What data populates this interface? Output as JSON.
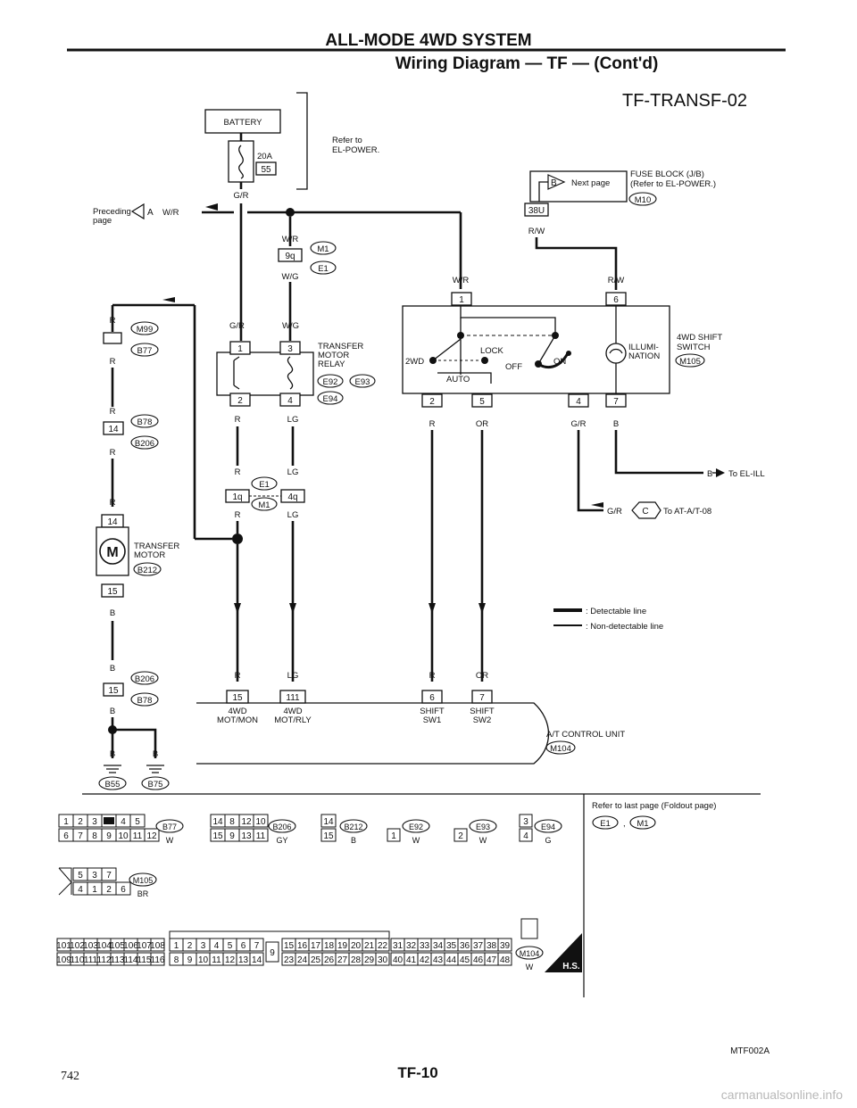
{
  "header": {
    "title": "ALL-MODE 4WD SYSTEM",
    "subtitle": "Wiring Diagram — TF — (Cont'd)",
    "code": "TF-TRANSF-02"
  },
  "power": {
    "battery": "BATTERY",
    "fuse_amps": "20A",
    "fuse_no": "55",
    "refer": [
      "Refer to",
      "EL-POWER."
    ],
    "wire_gr": "G/R",
    "preceding": [
      "Preceding",
      "page"
    ],
    "conn_a": "A",
    "wire_wr": "W/R"
  },
  "fuse_block": {
    "conn_b": "B",
    "next_page": "Next page",
    "label": [
      "FUSE BLOCK (J/B)",
      "(Refer to EL-POWER.)"
    ],
    "conn": "M10",
    "pin": "38U",
    "wire": "R/W"
  },
  "harness_m1": {
    "wire_top": "W/R",
    "pin": "9q",
    "wire_bottom": "W/G",
    "m1": "M1",
    "e1": "E1"
  },
  "relay": {
    "label": [
      "TRANSFER",
      "MOTOR",
      "RELAY"
    ],
    "conns": [
      "E92",
      "E93",
      "E94"
    ],
    "pins": [
      "1",
      "3",
      "2",
      "4"
    ],
    "wires_in": [
      "G/R",
      "W/G"
    ],
    "wires_out": [
      "R",
      "LG"
    ]
  },
  "harness_e1": {
    "pins": [
      "1q",
      "4q"
    ],
    "e1": "E1",
    "m1": "M1",
    "wires": [
      "R",
      "LG"
    ]
  },
  "left_branch": {
    "wires": [
      "R",
      "R",
      "R",
      "R",
      "B",
      "B",
      "B",
      "B"
    ],
    "conns": [
      "M99",
      "B77",
      "B78",
      "B206",
      "B206",
      "B78"
    ],
    "pin": "14",
    "pin_motor_top": "14",
    "pin_motor_bottom": "15",
    "pin_ground_top": "15",
    "motor_symbol": "M",
    "motor_label": [
      "TRANSFER",
      "MOTOR"
    ],
    "motor_conn": "B212",
    "grounds": [
      "B55",
      "B75"
    ]
  },
  "shift_switch": {
    "wires_in": [
      "W/R",
      "R/W"
    ],
    "pins_top": [
      "1",
      "6"
    ],
    "pins_bottom": [
      "2",
      "5",
      "4",
      "7"
    ],
    "modes": [
      "LOCK",
      "2WD",
      "AUTO",
      "OFF",
      "ON"
    ],
    "illum": [
      "ILLUMI-",
      "NATION"
    ],
    "label": [
      "4WD SHIFT",
      "SWITCH"
    ],
    "conn": "M105",
    "wires_out": [
      "R",
      "OR",
      "G/R",
      "B"
    ]
  },
  "outputs": {
    "ill": "B",
    "ill_dest": "To EL-ILL",
    "at_wire": "G/R",
    "at_conn": "C",
    "at_dest": "To AT-A/T-08"
  },
  "legend": {
    "detectable": ": Detectable line",
    "non_detectable": ": Non-detectable line"
  },
  "control_unit": {
    "wires": [
      "R",
      "LG",
      "R",
      "OR"
    ],
    "pins": [
      "15",
      "111",
      "6",
      "7"
    ],
    "labels": [
      [
        "4WD",
        "MOT/MON"
      ],
      [
        "4WD",
        "MOT/RLY"
      ],
      [
        "SHIFT",
        "SW1"
      ],
      [
        "SHIFT",
        "SW2"
      ]
    ],
    "name": "A/T CONTROL UNIT",
    "conn": "M104"
  },
  "connectors": {
    "c1": {
      "row1": [
        "1",
        "2",
        "3",
        "",
        "4",
        "5"
      ],
      "row2": [
        "6",
        "7",
        "8",
        "9",
        "10",
        "11",
        "12"
      ],
      "code": "B77",
      "color": "W"
    },
    "c2": {
      "row1": [
        "14",
        "8",
        "12",
        "10"
      ],
      "row2": [
        "15",
        "9",
        "13",
        "11"
      ],
      "code": "B206",
      "color": "GY"
    },
    "c3": {
      "pins": [
        "14",
        "15"
      ],
      "code": "B212",
      "color": "B"
    },
    "c4": {
      "pins": [
        "1"
      ],
      "code": "E92",
      "color": "W"
    },
    "c5": {
      "pins": [
        "2"
      ],
      "code": "E93",
      "color": "W"
    },
    "c6": {
      "pins": [
        "3",
        "4"
      ],
      "code": "E94",
      "color": "G"
    },
    "c7": {
      "row1": [
        "5",
        "3",
        "7"
      ],
      "row2": [
        "4",
        "1",
        "2",
        "6"
      ],
      "code": "M105",
      "color": "BR"
    },
    "c8": {
      "r1a": [
        "101",
        "102",
        "103",
        "104",
        "105",
        "106",
        "107",
        "108"
      ],
      "r2a": [
        "109",
        "110",
        "111",
        "112",
        "113",
        "114",
        "115",
        "116"
      ],
      "r1b": [
        "1",
        "2",
        "3",
        "4",
        "5",
        "6",
        "7"
      ],
      "r2b": [
        "8",
        "9",
        "10",
        "11",
        "12",
        "13",
        "14"
      ],
      "mid": "9",
      "r1c": [
        "15",
        "16",
        "17",
        "18",
        "19",
        "20",
        "21",
        "22"
      ],
      "r2c": [
        "23",
        "24",
        "25",
        "26",
        "27",
        "28",
        "29",
        "30"
      ],
      "r1d": [
        "31",
        "32",
        "33",
        "34",
        "35",
        "36",
        "37",
        "38",
        "39"
      ],
      "r2d": [
        "40",
        "41",
        "42",
        "43",
        "44",
        "45",
        "46",
        "47",
        "48"
      ],
      "code": "M104",
      "color": "W",
      "hs": "H.S."
    }
  },
  "refer_last": {
    "text": "Refer to last page (Foldout page)",
    "conns": [
      "E1",
      "M1"
    ]
  },
  "footer": {
    "fig_code": "MTF002A",
    "page": "TF-10",
    "page_num": "742",
    "watermark": "carmanualsonline.info"
  }
}
